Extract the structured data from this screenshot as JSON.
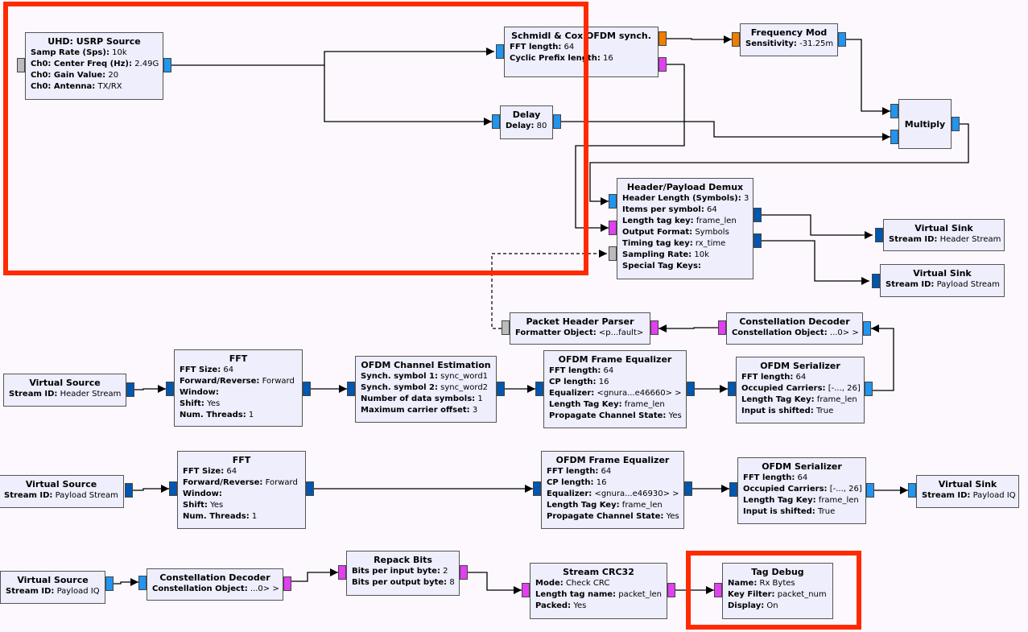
{
  "app": "GNU Radio Companion flowgraph",
  "colors": {
    "canvas": "#fdf8fd",
    "block_fill": "#eeeefc",
    "port_complex": "#2195ef",
    "port_complex_vector": "#0057b0",
    "port_byte": "#e140f0",
    "port_float": "#f07c00",
    "port_message": "#bbbbbb",
    "highlight": "#ff2a00"
  },
  "blocks": {
    "usrp": {
      "title": "UHD: USRP Source",
      "params": [
        {
          "k": "Samp Rate (Sps):",
          "v": "10k"
        },
        {
          "k": "Ch0: Center Freq (Hz):",
          "v": "2.49G"
        },
        {
          "k": "Ch0: Gain Value:",
          "v": "20"
        },
        {
          "k": "Ch0: Antenna:",
          "v": "TX/RX"
        }
      ]
    },
    "schmidl": {
      "title": "Schmidl & Cox OFDM synch.",
      "params": [
        {
          "k": "FFT length:",
          "v": "64"
        },
        {
          "k": "Cyclic Prefix length:",
          "v": "16"
        }
      ]
    },
    "freqmod": {
      "title": "Frequency Mod",
      "params": [
        {
          "k": "Sensitivity:",
          "v": "-31.25m"
        }
      ]
    },
    "delay": {
      "title": "Delay",
      "params": [
        {
          "k": "Delay:",
          "v": "80"
        }
      ]
    },
    "multiply": {
      "title": "Multiply",
      "params": []
    },
    "demux": {
      "title": "Header/Payload Demux",
      "params": [
        {
          "k": "Header Length (Symbols):",
          "v": "3"
        },
        {
          "k": "Items per symbol:",
          "v": "64"
        },
        {
          "k": "Length tag key:",
          "v": "frame_len"
        },
        {
          "k": "Output Format:",
          "v": "Symbols"
        },
        {
          "k": "Timing tag key:",
          "v": "rx_time"
        },
        {
          "k": "Sampling Rate:",
          "v": "10k"
        },
        {
          "k": "Special Tag Keys:",
          "v": ""
        }
      ]
    },
    "vsink_header": {
      "title": "Virtual Sink",
      "params": [
        {
          "k": "Stream ID:",
          "v": "Header Stream"
        }
      ]
    },
    "vsink_payload": {
      "title": "Virtual Sink",
      "params": [
        {
          "k": "Stream ID:",
          "v": "Payload Stream"
        }
      ]
    },
    "header_parser": {
      "title": "Packet Header Parser",
      "params": [
        {
          "k": "Formatter Object:",
          "v": "<p...fault>"
        }
      ]
    },
    "const_dec_1": {
      "title": "Constellation Decoder",
      "params": [
        {
          "k": "Constellation Object:",
          "v": "...0> >"
        }
      ]
    },
    "vsrc_header": {
      "title": "Virtual Source",
      "params": [
        {
          "k": "Stream ID:",
          "v": "Header Stream"
        }
      ]
    },
    "fft_1": {
      "title": "FFT",
      "params": [
        {
          "k": "FFT Size:",
          "v": "64"
        },
        {
          "k": "Forward/Reverse:",
          "v": "Forward"
        },
        {
          "k": "Window:",
          "v": ""
        },
        {
          "k": "Shift:",
          "v": "Yes"
        },
        {
          "k": "Num. Threads:",
          "v": "1"
        }
      ]
    },
    "chan_est": {
      "title": "OFDM Channel Estimation",
      "params": [
        {
          "k": "Synch. symbol 1:",
          "v": "sync_word1"
        },
        {
          "k": "Synch. symbol 2:",
          "v": "sync_word2"
        },
        {
          "k": "Number of data symbols:",
          "v": "1"
        },
        {
          "k": "Maximum carrier offset:",
          "v": "3"
        }
      ]
    },
    "equalizer_1": {
      "title": "OFDM Frame Equalizer",
      "params": [
        {
          "k": "FFT length:",
          "v": "64"
        },
        {
          "k": "CP length:",
          "v": "16"
        },
        {
          "k": "Equalizer:",
          "v": "<gnura...e46660> >"
        },
        {
          "k": "Length Tag Key:",
          "v": "frame_len"
        },
        {
          "k": "Propagate Channel State:",
          "v": "Yes"
        }
      ]
    },
    "serializer_1": {
      "title": "OFDM Serializer",
      "params": [
        {
          "k": "FFT length:",
          "v": "64"
        },
        {
          "k": "Occupied Carriers:",
          "v": "[-..., 26]"
        },
        {
          "k": "Length Tag Key:",
          "v": "frame_len"
        },
        {
          "k": "Input is shifted:",
          "v": "True"
        }
      ]
    },
    "vsrc_payload": {
      "title": "Virtual Source",
      "params": [
        {
          "k": "Stream ID:",
          "v": "Payload Stream"
        }
      ]
    },
    "fft_2": {
      "title": "FFT",
      "params": [
        {
          "k": "FFT Size:",
          "v": "64"
        },
        {
          "k": "Forward/Reverse:",
          "v": "Forward"
        },
        {
          "k": "Window:",
          "v": ""
        },
        {
          "k": "Shift:",
          "v": "Yes"
        },
        {
          "k": "Num. Threads:",
          "v": "1"
        }
      ]
    },
    "equalizer_2": {
      "title": "OFDM Frame Equalizer",
      "params": [
        {
          "k": "FFT length:",
          "v": "64"
        },
        {
          "k": "CP length:",
          "v": "16"
        },
        {
          "k": "Equalizer:",
          "v": "<gnura...e46930> >"
        },
        {
          "k": "Length Tag Key:",
          "v": "frame_len"
        },
        {
          "k": "Propagate Channel State:",
          "v": "Yes"
        }
      ]
    },
    "serializer_2": {
      "title": "OFDM Serializer",
      "params": [
        {
          "k": "FFT length:",
          "v": "64"
        },
        {
          "k": "Occupied Carriers:",
          "v": "[-..., 26]"
        },
        {
          "k": "Length Tag Key:",
          "v": "frame_len"
        },
        {
          "k": "Input is shifted:",
          "v": "True"
        }
      ]
    },
    "vsink_iq": {
      "title": "Virtual Sink",
      "params": [
        {
          "k": "Stream ID:",
          "v": "Payload IQ"
        }
      ]
    },
    "vsrc_iq": {
      "title": "Virtual Source",
      "params": [
        {
          "k": "Stream ID:",
          "v": "Payload IQ"
        }
      ]
    },
    "const_dec_2": {
      "title": "Constellation Decoder",
      "params": [
        {
          "k": "Constellation Object:",
          "v": "...0> >"
        }
      ]
    },
    "repack": {
      "title": "Repack Bits",
      "params": [
        {
          "k": "Bits per input byte:",
          "v": "2"
        },
        {
          "k": "Bits per output byte:",
          "v": "8"
        }
      ]
    },
    "crc": {
      "title": "Stream CRC32",
      "params": [
        {
          "k": "Mode:",
          "v": "Check CRC"
        },
        {
          "k": "Length tag name:",
          "v": "packet_len"
        },
        {
          "k": "Packed:",
          "v": "Yes"
        }
      ]
    },
    "tagdebug": {
      "title": "Tag Debug",
      "params": [
        {
          "k": "Name:",
          "v": "Rx Bytes"
        },
        {
          "k": "Key Filter:",
          "v": "packet_num"
        },
        {
          "k": "Display:",
          "v": "On"
        }
      ]
    }
  }
}
